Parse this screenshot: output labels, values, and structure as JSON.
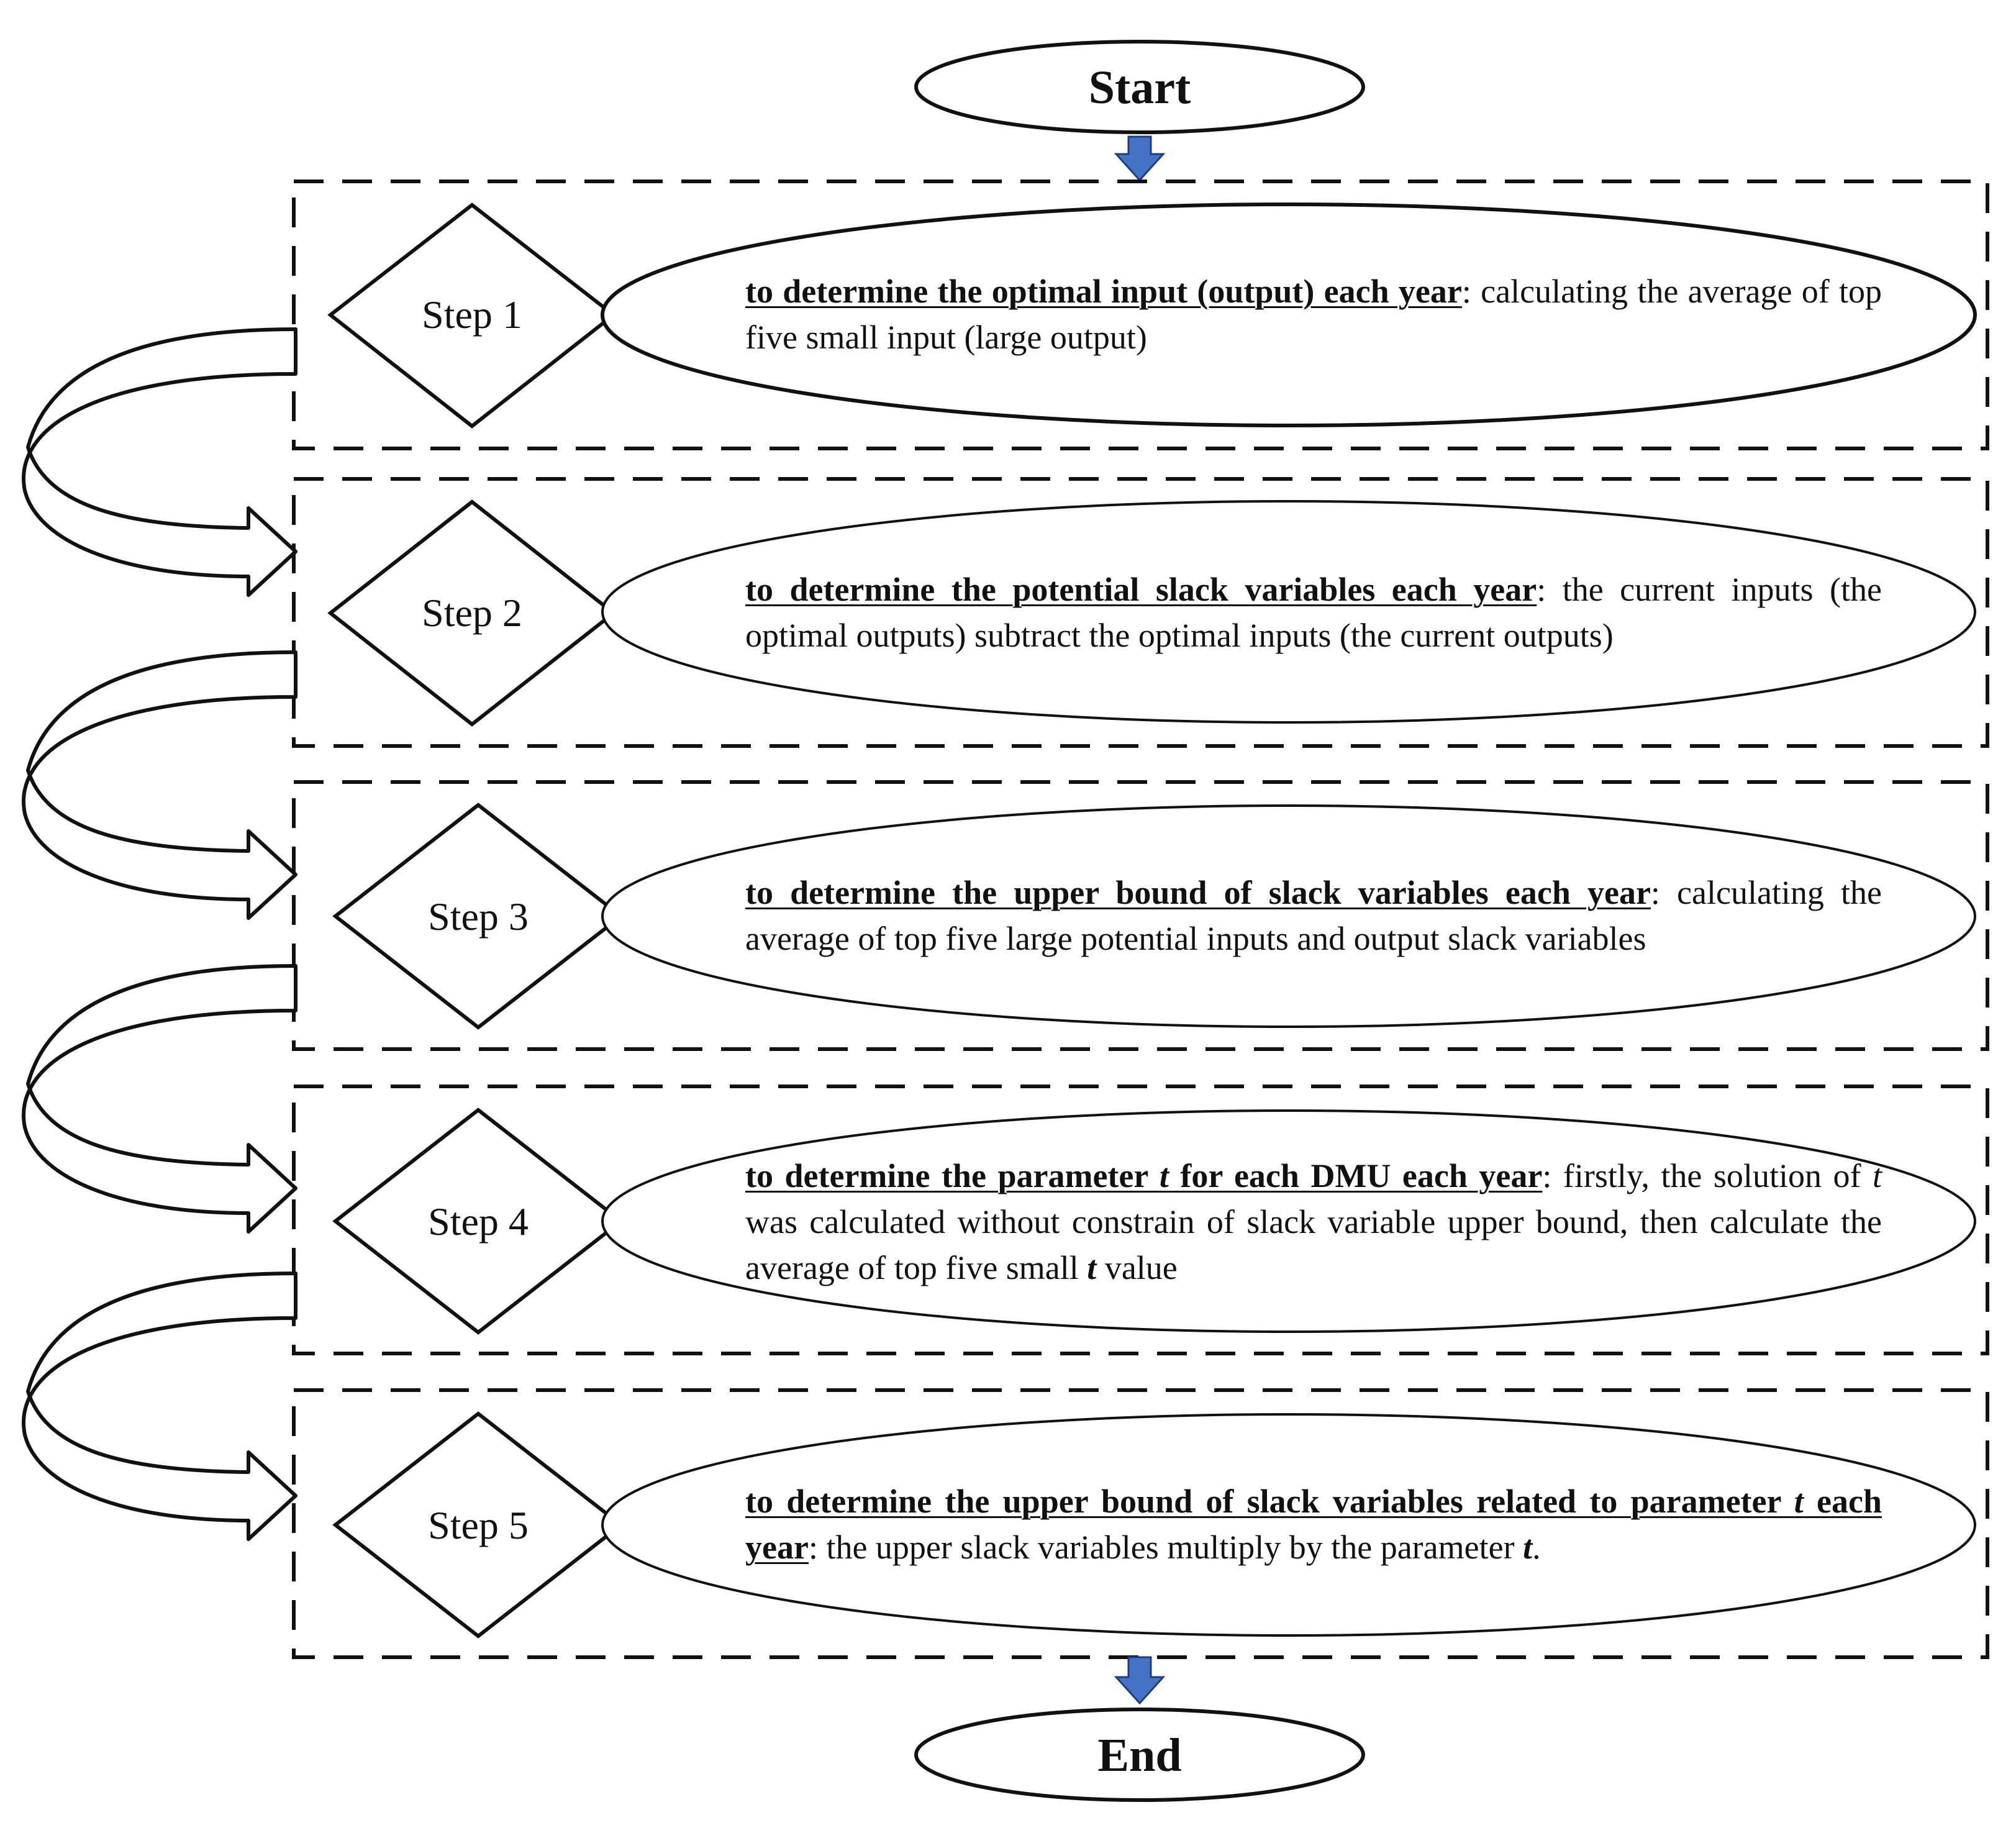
{
  "start_label": "Start",
  "end_label": "End",
  "colors": {
    "arrow_fill": "#4472C4",
    "arrow_stroke": "#1F3D7A",
    "line": "#111111"
  },
  "steps": [
    {
      "label": "Step 1",
      "heading": "to determine the optimal input (output) each year",
      "text": ": calculating the average of top five small input (large output)"
    },
    {
      "label": "Step 2",
      "heading": "to determine the potential slack variables each year",
      "text": ": the current inputs (the optimal outputs) subtract the optimal inputs (the current outputs)"
    },
    {
      "label": "Step 3",
      "heading": "to determine the upper bound of slack variables each year",
      "text": ": calculating the average of top five large potential inputs and output slack variables"
    },
    {
      "label": "Step 4",
      "heading_pre": "to determine the parameter ",
      "heading_param": "t",
      "heading_post": " for each DMU each year",
      "text_1": ": firstly, the solution of ",
      "text_param": "t",
      "text_2": " was calculated without constrain of slack variable upper bound, then calculate the average of top five small ",
      "text_param_2": "t",
      "text_3": " value"
    },
    {
      "label": "Step 5",
      "heading_pre": "to determine the upper bound of slack variables related to parameter ",
      "heading_param": "t",
      "heading_post": " each year",
      "text_1": ": the upper slack variables multiply by the parameter ",
      "text_param": "t",
      "text_2": "."
    }
  ]
}
